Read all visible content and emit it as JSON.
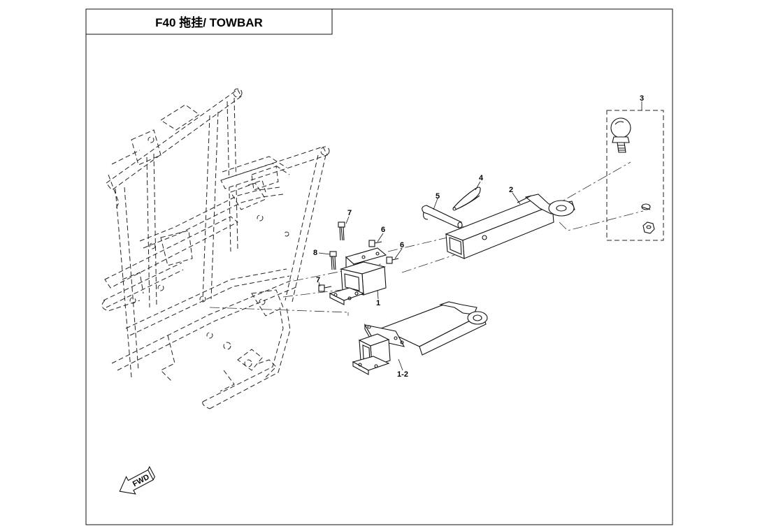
{
  "page": {
    "title": "F40 拖挂/ TOWBAR"
  },
  "parts": [
    {
      "id": "p1",
      "ref": "1",
      "name": "hitch-receiver-bracket"
    },
    {
      "id": "p1_2",
      "ref": "1-2",
      "name": "hitch-receiver-assembly"
    },
    {
      "id": "p2",
      "ref": "2",
      "name": "towbar-drawbar"
    },
    {
      "id": "p3",
      "ref": "3",
      "name": "tow-ball-kit"
    },
    {
      "id": "p4",
      "ref": "4",
      "name": "hitch-pin-clip"
    },
    {
      "id": "p5",
      "ref": "5",
      "name": "hitch-pin"
    },
    {
      "id": "p6a",
      "ref": "6",
      "name": "bolt"
    },
    {
      "id": "p6b",
      "ref": "6",
      "name": "bolt"
    },
    {
      "id": "p7a",
      "ref": "7",
      "name": "bolt"
    },
    {
      "id": "p7b",
      "ref": "7",
      "name": "bolt"
    },
    {
      "id": "p8",
      "ref": "8",
      "name": "bolt"
    }
  ],
  "fwd_label": "FWD",
  "colors": {
    "line": "#111111",
    "background": "#ffffff"
  }
}
